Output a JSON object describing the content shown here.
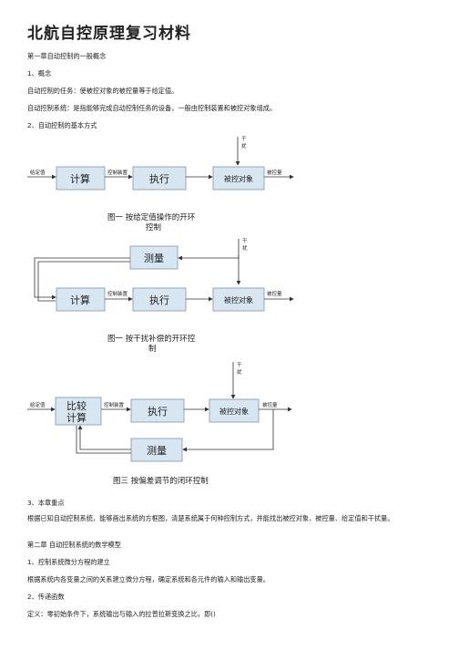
{
  "title": "北航自控原理复习材料",
  "ch1": "第一章自动控制的一般概念",
  "s1": "1、概念",
  "p1": "自动控制的任务：使被控对象的被控量等于给定值。",
  "p2": "自动控制系统：是指能够完成自动控制任务的设备，一般由控制装置和被控对象组成。",
  "s2": "2、自动控制的基本方式",
  "fig1": {
    "in": "给定值",
    "calc": "计算",
    "dev": "控制装置",
    "exec": "执行",
    "obj": "被控对象",
    "out": "被控量",
    "dist": [
      "干",
      "扰"
    ],
    "caption": [
      "图一  按给定值操作的开环",
      "控制"
    ]
  },
  "fig2": {
    "meas": "测量",
    "calc": "计算",
    "dev": "控制装置",
    "exec": "执行",
    "obj": "被控对象",
    "out": "被控量",
    "dist": [
      "干",
      "扰"
    ],
    "caption": [
      "图一  按干扰补偿的开环控",
      "制"
    ]
  },
  "fig3": {
    "in": "给定值",
    "cmp": [
      "比较",
      "计算"
    ],
    "dev": "控制装置",
    "exec": "执行",
    "obj": "被控对象",
    "out": "被控量",
    "meas": "测量",
    "dist": [
      "干",
      "扰"
    ],
    "caption": "图三  按偏差调节的闭环控制"
  },
  "s3": "3、本章重点",
  "p3": "根据已知自动控制系统，能够画出系统的方框图，清楚系统属于何种控制方式，并能找出被控对象、被控量、给定值和干扰量。",
  "ch2": "第二章 自动控制系统的数学模型",
  "s4": "1、控制系统微分方程的建立",
  "p4": "根据系统内各变量之间的关系建立微分方程，确定系统和各元件的输入和输出变量。",
  "s5": "2、传递函数",
  "p5": "定义：零初始条件下，系统输出与输入的拉普拉斯变换之比，即()"
}
